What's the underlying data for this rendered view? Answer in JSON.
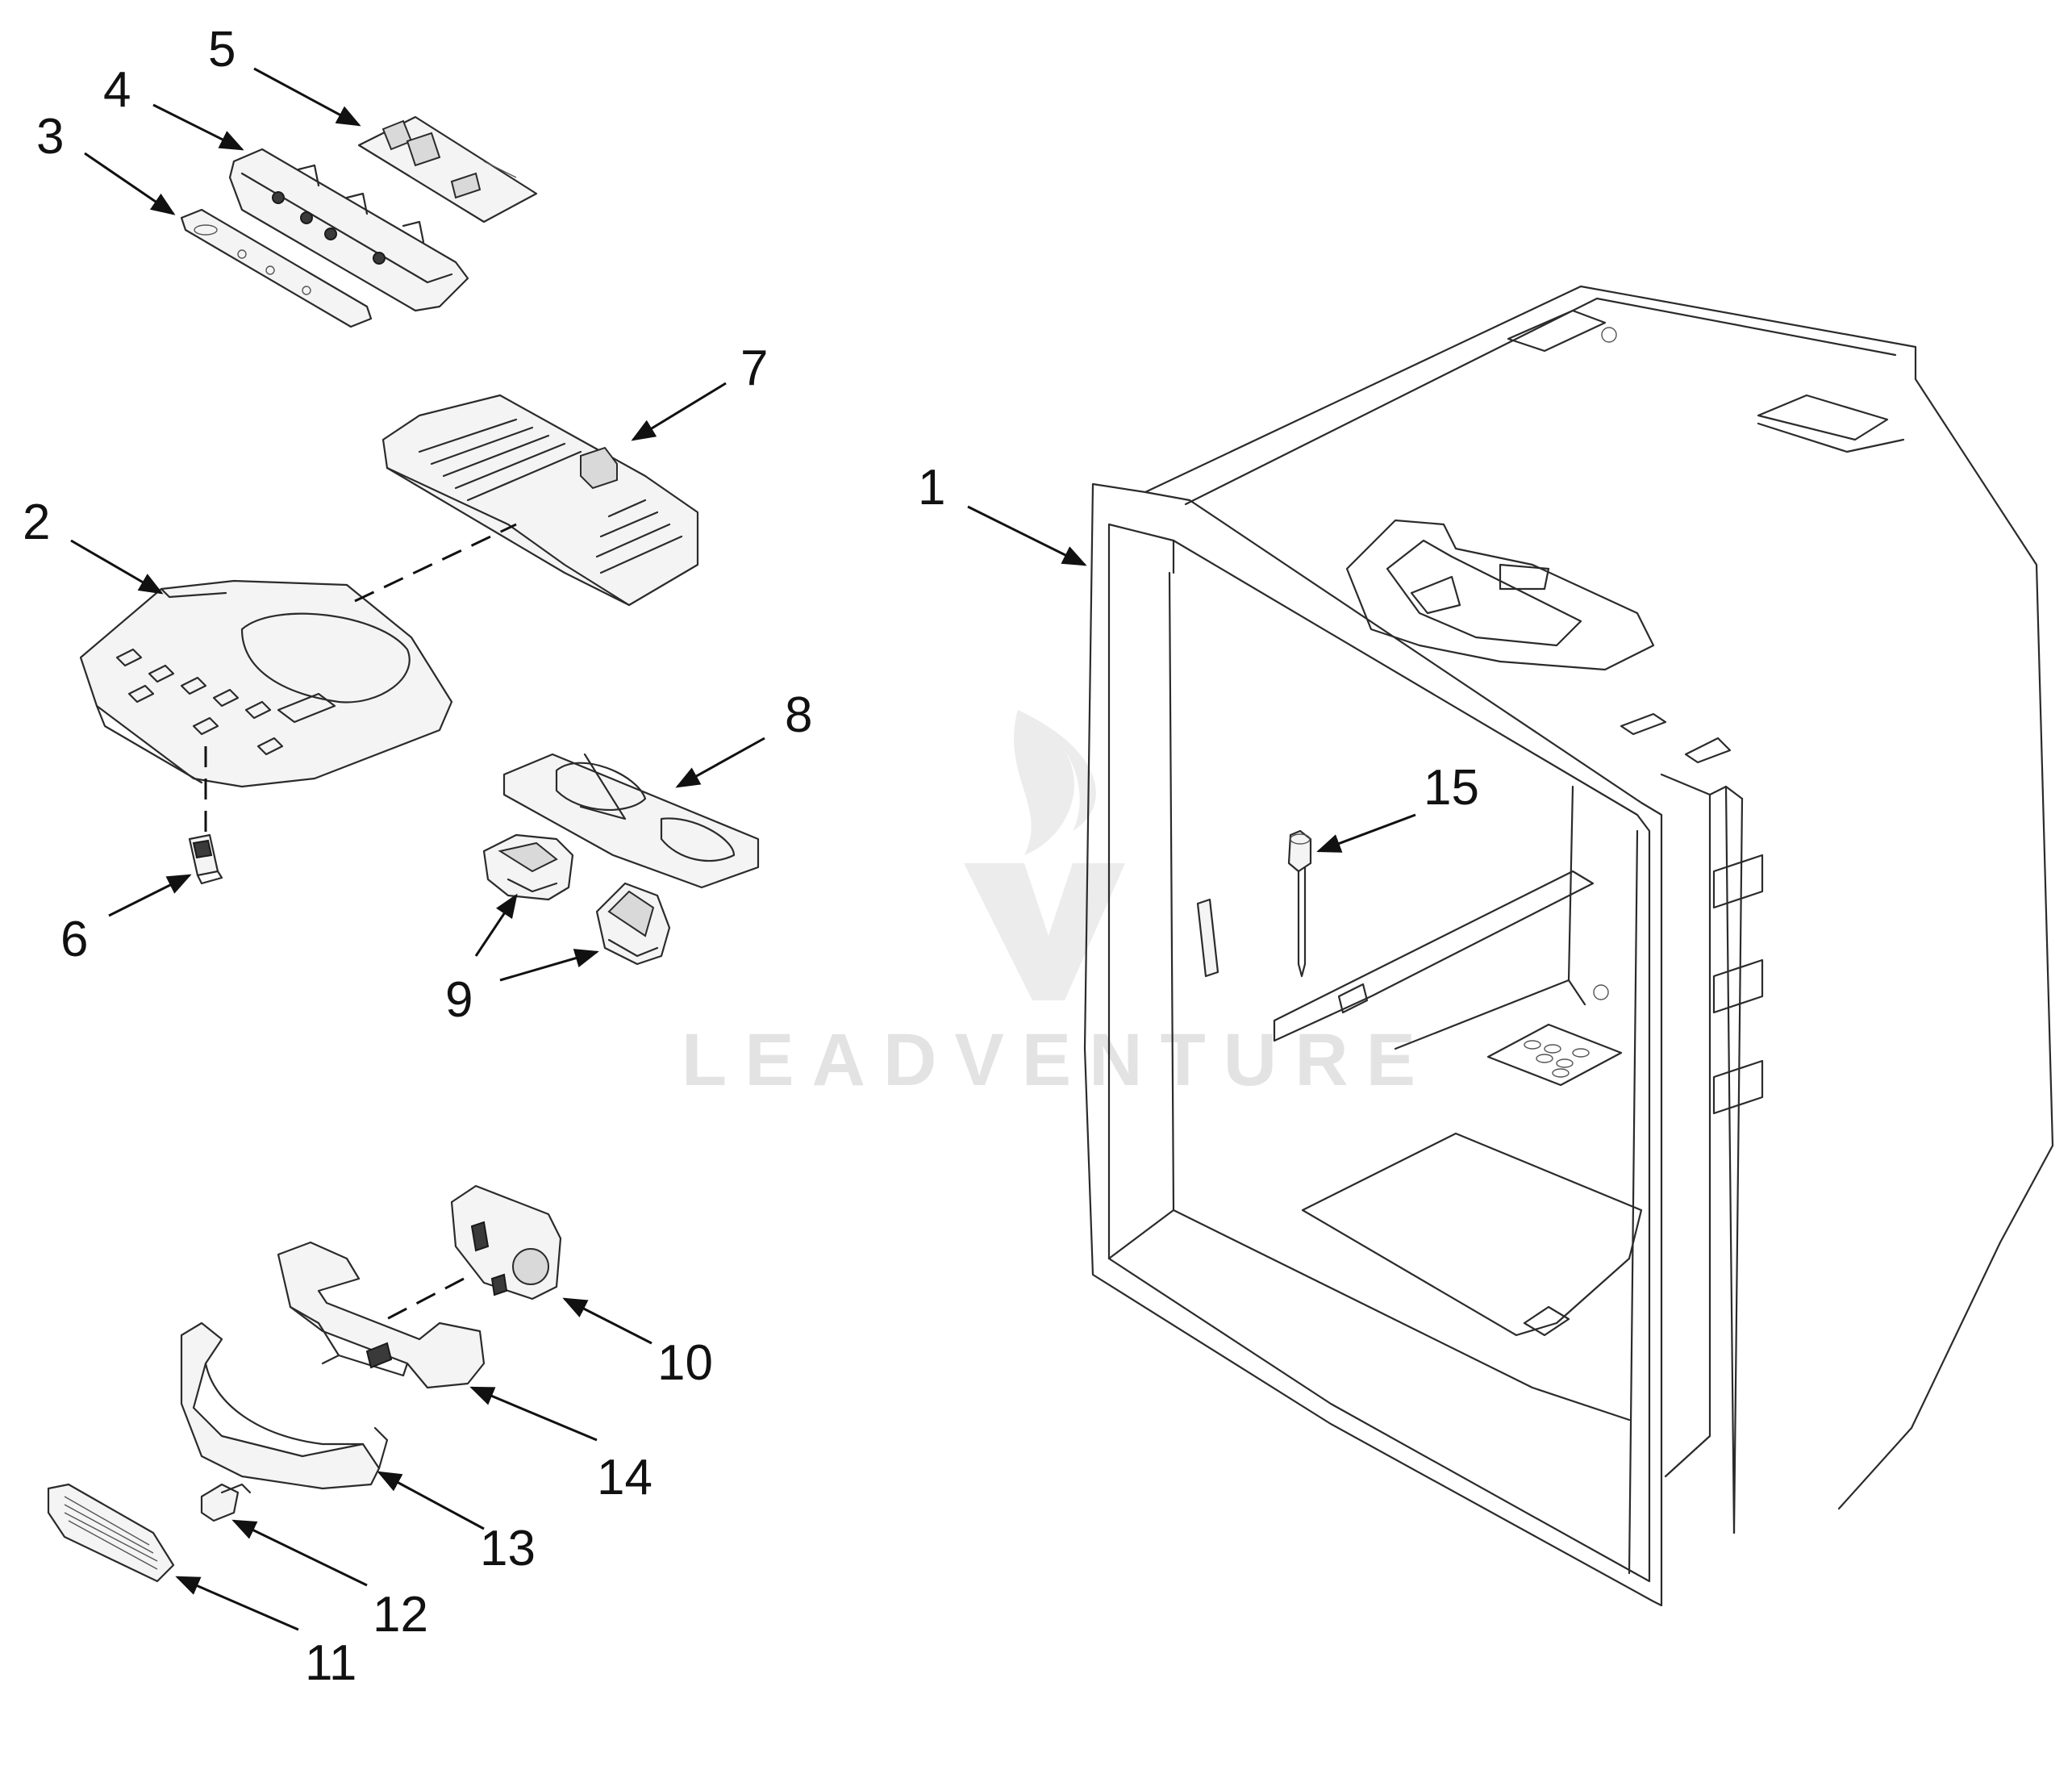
{
  "watermark": {
    "text": "LEADVENTURE"
  },
  "callouts": [
    {
      "id": "1",
      "text": "1"
    },
    {
      "id": "2",
      "text": "2"
    },
    {
      "id": "3",
      "text": "3"
    },
    {
      "id": "4",
      "text": "4"
    },
    {
      "id": "5",
      "text": "5"
    },
    {
      "id": "6",
      "text": "6"
    },
    {
      "id": "7",
      "text": "7"
    },
    {
      "id": "8",
      "text": "8"
    },
    {
      "id": "9",
      "text": "9"
    },
    {
      "id": "10",
      "text": "10"
    },
    {
      "id": "11",
      "text": "11"
    },
    {
      "id": "12",
      "text": "12"
    },
    {
      "id": "13",
      "text": "13"
    },
    {
      "id": "14",
      "text": "14"
    },
    {
      "id": "15",
      "text": "15"
    }
  ]
}
